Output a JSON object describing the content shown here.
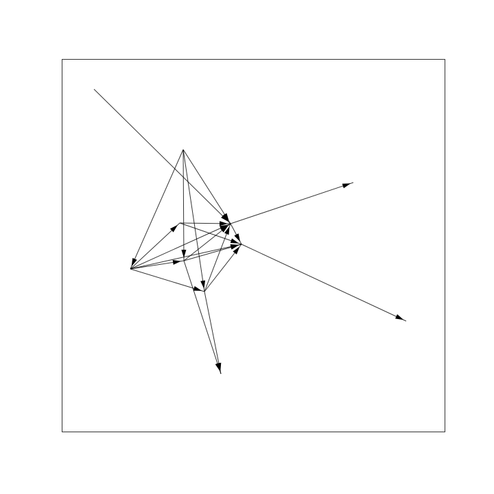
{
  "diagram": {
    "type": "directed-network",
    "frame": true,
    "axes_visible": false,
    "tick_labels": false,
    "node_labels": false,
    "edge_color": "#000000",
    "background": "#ffffff",
    "nodes": [
      {
        "id": "n1",
        "role": "upper-left-source"
      },
      {
        "id": "n2",
        "role": "top-hub"
      },
      {
        "id": "n3",
        "role": "central-hub"
      },
      {
        "id": "n4",
        "role": "right-hub"
      },
      {
        "id": "n5",
        "role": "upper-right-leaf"
      },
      {
        "id": "n6",
        "role": "lower-right-leaf"
      },
      {
        "id": "n7",
        "role": "left-hub"
      },
      {
        "id": "n8",
        "role": "middle-node"
      },
      {
        "id": "n9",
        "role": "lower-middle-node"
      },
      {
        "id": "n10",
        "role": "bottom-leaf"
      },
      {
        "id": "n11",
        "role": "inner-node"
      }
    ],
    "edges": [
      {
        "from": "n1",
        "to": "n3"
      },
      {
        "from": "n3",
        "to": "n5"
      },
      {
        "from": "n4",
        "to": "n6"
      },
      {
        "from": "n2",
        "to": "n3"
      },
      {
        "from": "n2",
        "to": "n7"
      },
      {
        "from": "n2",
        "to": "n8"
      },
      {
        "from": "n2",
        "to": "n9"
      },
      {
        "from": "n7",
        "to": "n3"
      },
      {
        "from": "n7",
        "to": "n4"
      },
      {
        "from": "n7",
        "to": "n8"
      },
      {
        "from": "n7",
        "to": "n11"
      },
      {
        "from": "n7",
        "to": "n9"
      },
      {
        "from": "n8",
        "to": "n3"
      },
      {
        "from": "n8",
        "to": "n4"
      },
      {
        "from": "n8",
        "to": "n10"
      },
      {
        "from": "n9",
        "to": "n3"
      },
      {
        "from": "n9",
        "to": "n4"
      },
      {
        "from": "n9",
        "to": "n10"
      },
      {
        "from": "n11",
        "to": "n4"
      },
      {
        "from": "n11",
        "to": "n3"
      },
      {
        "from": "n3",
        "to": "n4"
      }
    ]
  }
}
